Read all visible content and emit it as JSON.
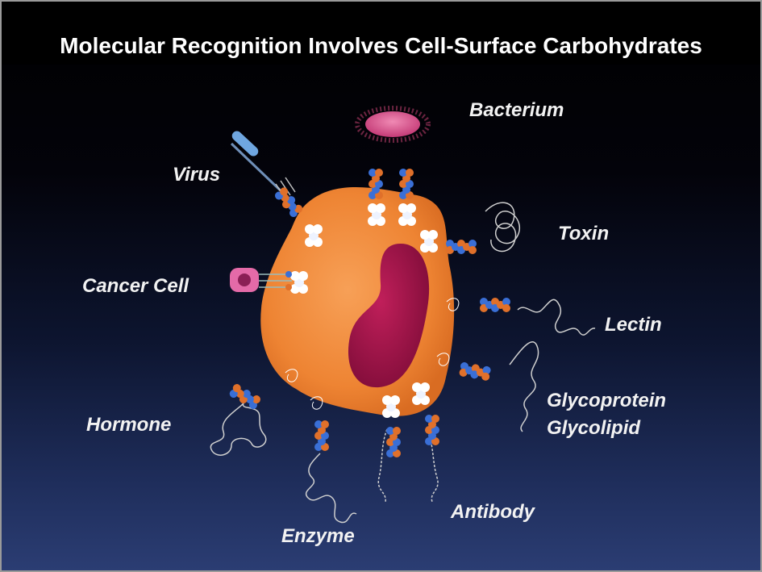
{
  "title": "Molecular Recognition Involves Cell-Surface Carbohydrates",
  "labels": {
    "bacterium": "Bacterium",
    "virus": "Virus",
    "toxin": "Toxin",
    "cancer_cell": "Cancer Cell",
    "lectin": "Lectin",
    "glycoprotein": "Glycoprotein",
    "glycolipid": "Glycolipid",
    "hormone": "Hormone",
    "antibody": "Antibody",
    "enzyme": "Enzyme"
  },
  "colors": {
    "cell": "#f08a3c",
    "nucleus": "#a0154a",
    "bacterium": "#d8508a",
    "sugar_blue": "#3a6fd6",
    "sugar_orange": "#e0702a",
    "sugar_white": "#ffffff"
  }
}
